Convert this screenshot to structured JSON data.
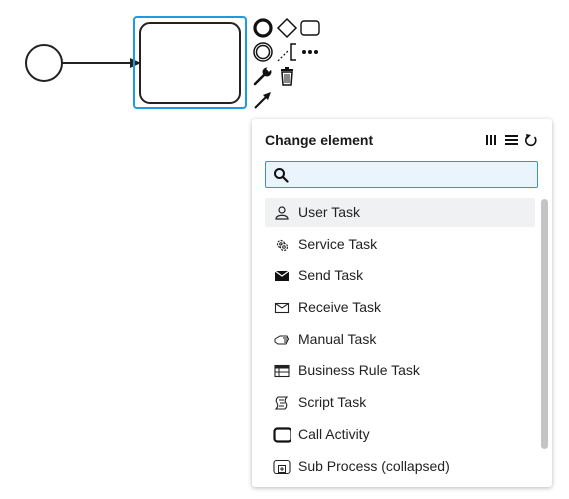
{
  "popup": {
    "title": "Change element",
    "header_icons": [
      "group-columns-icon",
      "list-icon",
      "reset-icon"
    ],
    "search": {
      "value": "",
      "placeholder": ""
    },
    "items": [
      {
        "label": "User Task",
        "icon": "user-task-icon",
        "active": true
      },
      {
        "label": "Service Task",
        "icon": "service-task-icon"
      },
      {
        "label": "Send Task",
        "icon": "send-task-icon"
      },
      {
        "label": "Receive Task",
        "icon": "receive-task-icon"
      },
      {
        "label": "Manual Task",
        "icon": "manual-task-icon"
      },
      {
        "label": "Business Rule Task",
        "icon": "business-rule-task-icon"
      },
      {
        "label": "Script Task",
        "icon": "script-task-icon"
      },
      {
        "label": "Call Activity",
        "icon": "call-activity-icon"
      },
      {
        "label": "Sub Process (collapsed)",
        "icon": "sub-process-collapsed-icon"
      }
    ]
  },
  "colors": {
    "selection": "#1e9be0",
    "search_border": "#3d8fd1",
    "search_bg": "#eaf4fc",
    "active_item": "#f0f1f3"
  }
}
